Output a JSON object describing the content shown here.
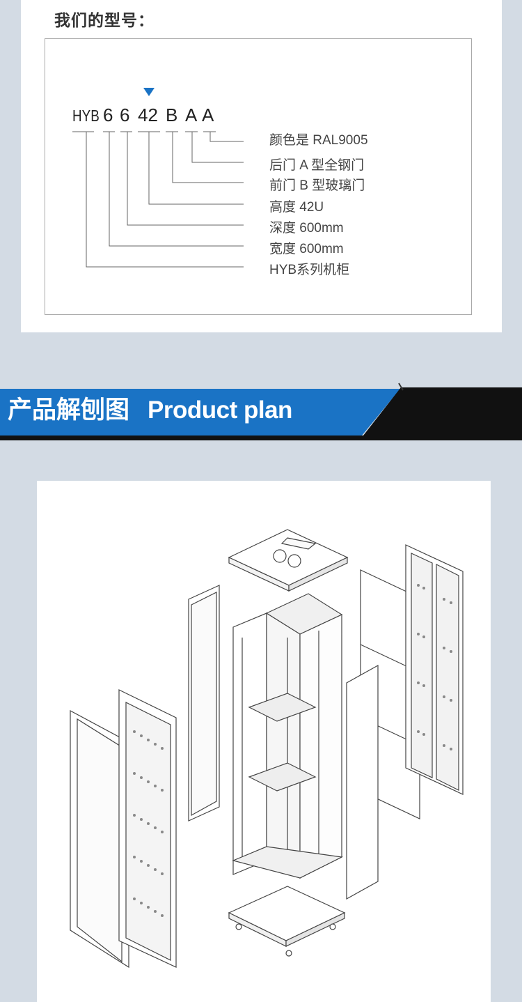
{
  "model_section": {
    "title": "我们的型号：",
    "code": {
      "prefix": "HYB",
      "width": "6",
      "depth": "6",
      "height": "42",
      "front_door": "B",
      "rear_door": "A",
      "color": "A"
    },
    "descriptions": [
      "颜色是 RAL9005",
      "后门 A 型全钢门",
      "前门 B 型玻璃门",
      "高度 42U",
      "深度 600mm",
      "宽度 600mm",
      "HYB系列机柜"
    ],
    "accent_color": "#1a73c5"
  },
  "banner": {
    "title_cn": "产品解刨图",
    "title_en": "Product plan",
    "color": "#1a73c5"
  },
  "diagram": {
    "icon": "exploded-cabinet-diagram"
  }
}
